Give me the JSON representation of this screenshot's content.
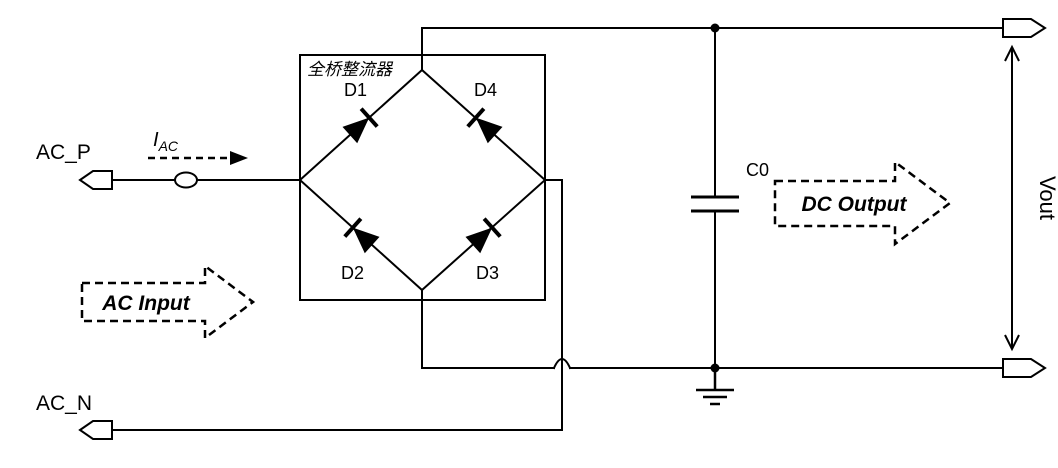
{
  "diagram": {
    "colors": {
      "background": "#ffffff",
      "line": "#000000",
      "diode_fill": "#000000"
    },
    "ports": {
      "ac_p": "AC_P",
      "ac_n": "AC_N"
    },
    "labels": {
      "bridge_title": "全桥整流器",
      "d1": "D1",
      "d2": "D2",
      "d3": "D3",
      "d4": "D4",
      "c0": "C0",
      "vout": "Vout",
      "current_symbol": "I",
      "current_subscript": "AC"
    },
    "arrows": {
      "ac_input": "AC Input",
      "dc_output": "DC Output"
    }
  }
}
